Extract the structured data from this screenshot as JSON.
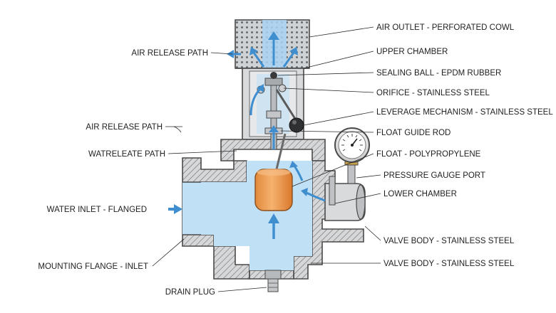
{
  "colors": {
    "water": "#bfe0f5",
    "flow_arrow": "#3f8fd0",
    "float": "#f0a35a",
    "metal": "#d9dadc"
  },
  "labels": {
    "air_outlet": "AIR OUTLET - PERFORATED COWL",
    "upper_chamber": "UPPER CHAMBER",
    "sealing_ball": "SEALING BALL - EPDM RUBBER",
    "orifice": "ORIFICE - STAINLESS STEEL",
    "leverage": "LEVERAGE MECHANISM - STAINLESS STEEL",
    "float_guide": "FLOAT GUIDE ROD",
    "float": "FLOAT - POLYPROPYLENE",
    "gauge_port": "PRESSURE GAUGE PORT",
    "lower_chamber": "LOWER CHAMBER",
    "valve_body_1": "VALVE BODY - STAINLESS STEEL",
    "valve_body_2": "VALVE BODY - STAINLESS STEEL",
    "air_release_top": "AIR RELEASE PATH",
    "air_release_mid": "AIR RELEASE PATH",
    "water_release": "WATRELEATE PATH",
    "water_inlet": "WATER INLET - FLANGED",
    "mounting_flange": "MOUNTING FLANGE - INLET",
    "drain_plug": "DRAIN PLUG"
  }
}
